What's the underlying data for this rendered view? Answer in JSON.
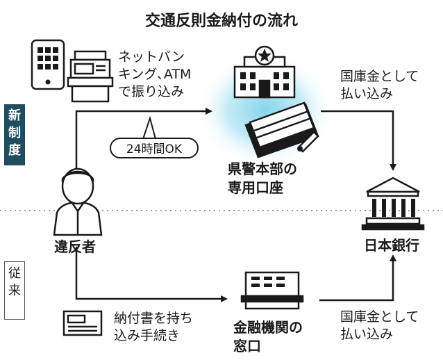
{
  "title": "交通反則金納付の流れ",
  "section_new": "新\n制\n度",
  "section_old": "従\n来",
  "labels": {
    "net_banking": "ネットバン\nキング､ATM\nで振り込み",
    "hours_24": "24時間OK",
    "pref_police_account": "県警本部の\n専用口座",
    "treasury_top": "国庫金として\n払い込み",
    "violator": "違反者",
    "boj": "日本銀行",
    "payment_slip": "納付書を持ち\n込み手続き",
    "financial_institution": "金融機関の\n窓口",
    "treasury_bottom": "国庫金として\n払い込み"
  },
  "icons": [
    "smartphone-icon",
    "atm-icon",
    "police-hq-icon",
    "bankbook-icon",
    "person-icon",
    "bank-icon",
    "payment-slip-icon",
    "bank-counter-icon"
  ],
  "colors": {
    "new_tab": "#1f4c5e",
    "glow": "#7fd3ea",
    "ink": "#1a1a1a"
  }
}
